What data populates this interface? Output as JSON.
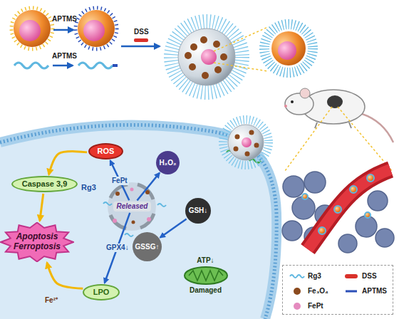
{
  "diagram": {
    "nodes": [
      {
        "text": [
          "ROS"
        ]
      },
      {
        "text": [
          "Caspase 3,9"
        ]
      },
      {
        "text": [
          "Apoptosis Ferroptosis"
        ]
      },
      {
        "text": [
          "H₂O₂"
        ]
      },
      {
        "text": [
          "GSH↓"
        ]
      },
      {
        "text": [
          "GSSG↑"
        ]
      },
      {
        "text": [
          "LPO"
        ]
      },
      {
        "text": [
          "ATP↓",
          "Damaged"
        ]
      },
      {
        "text": [
          "Released"
        ]
      }
    ],
    "edges": [
      {
        "from": 0,
        "to": 1,
        "arrow": "to"
      },
      {
        "from": 1,
        "to": 2,
        "arrow": "to"
      },
      {
        "from": 6,
        "to": 2,
        "arrow": "to"
      },
      {
        "from": 8,
        "to": 0,
        "label": "FePt",
        "arrow": "to"
      },
      {
        "from": 8,
        "to": 3,
        "arrow": "to"
      },
      {
        "from": 4,
        "to": 5,
        "arrow": "to"
      },
      {
        "from": 8,
        "to": 6,
        "label": "GPX4↓",
        "arrow": "to"
      }
    ],
    "labels": [
      "APTMS",
      "APTMS",
      "DSS",
      "Rg3",
      "Fe²⁺"
    ],
    "legend": [
      {
        "text": "Rg3"
      },
      {
        "text": "DSS",
        "color": "#d9312b"
      },
      {
        "text": "Fe₃O₄",
        "color": "#8b4a1e"
      },
      {
        "text": "APTMS"
      },
      {
        "text": "FePt",
        "color": "#e58bbf"
      }
    ]
  }
}
